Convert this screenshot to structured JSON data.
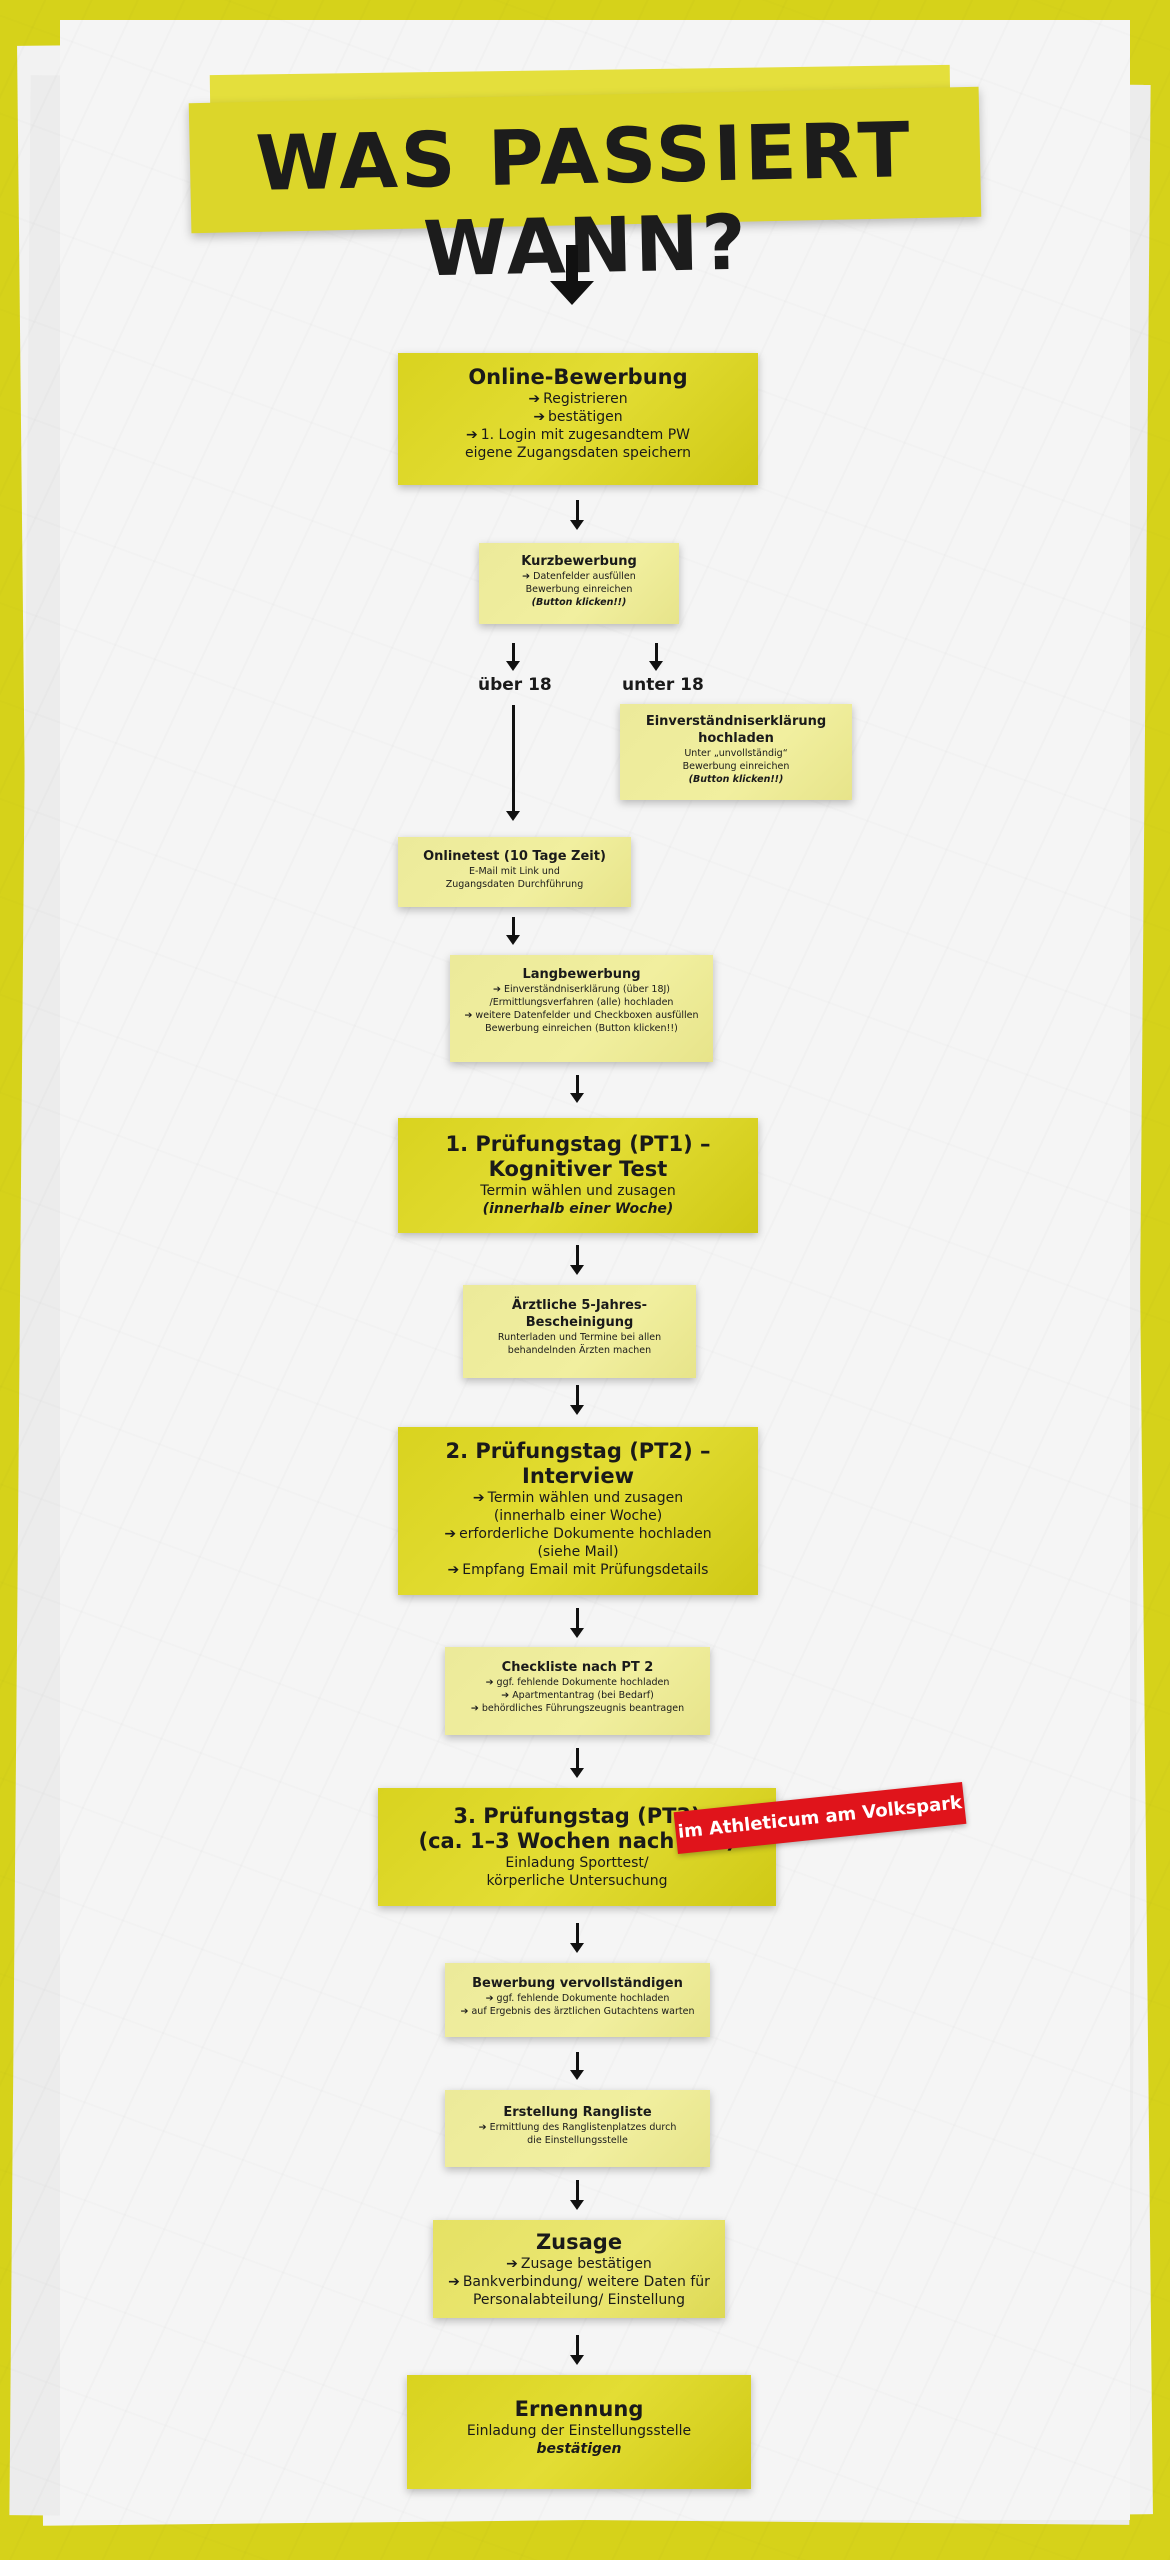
{
  "title": "WAS PASSIERT WANN?",
  "colors": {
    "accent_yellow": "#d9d31f",
    "light_yellow": "#f0ee9e",
    "stamp_red": "#e0141b"
  },
  "steps": {
    "online": {
      "title": "Online-Bewerbung",
      "l1": "Registrieren",
      "l2": "bestätigen",
      "l3": "1. Login mit zugesandtem PW",
      "l4": "eigene Zugangsdaten speichern"
    },
    "kurz": {
      "title": "Kurzbewerbung",
      "l1": "Datenfelder ausfüllen",
      "l2": "Bewerbung einreichen",
      "l3": "(Button klicken!!)"
    },
    "branch": {
      "over": "über 18",
      "under": "unter 18"
    },
    "einv": {
      "title1": "Einverständniserklärung",
      "title2": "hochladen",
      "l1": "Unter „unvollständig“",
      "l2": "Bewerbung einreichen",
      "l3": "(Button klicken!!)"
    },
    "onlinetest": {
      "title": "Onlinetest (10 Tage Zeit)",
      "l1": "E-Mail mit Link und",
      "l2": "Zugangsdaten Durchführung"
    },
    "lang": {
      "title": "Langbewerbung",
      "l1": "Einverständniserklärung (über 18J)",
      "l2": "/Ermittlungsverfahren (alle) hochladen",
      "l3": "weitere Datenfelder und Checkboxen ausfüllen",
      "l4": "Bewerbung einreichen (Button klicken!!)"
    },
    "pt1": {
      "title1": "1. Prüfungstag (PT1) –",
      "title2": "Kognitiver Test",
      "l1": "Termin wählen und zusagen",
      "l2": "(innerhalb einer Woche)"
    },
    "arzt": {
      "title1": "Ärztliche 5-Jahres-",
      "title2": "Bescheinigung",
      "l1": "Runterladen und Termine bei allen",
      "l2": "behandelnden Ärzten machen"
    },
    "pt2": {
      "title1": "2. Prüfungstag (PT2) –",
      "title2": "Interview",
      "l1": "Termin wählen und zusagen",
      "l2": "(innerhalb einer Woche)",
      "l3": "erforderliche Dokumente hochladen",
      "l4": "(siehe Mail)",
      "l5": "Empfang Email mit Prüfungsdetails"
    },
    "check": {
      "title": "Checkliste nach PT 2",
      "l1": "ggf. fehlende Dokumente hochladen",
      "l2": "Apartmentantrag (bei Bedarf)",
      "l3": "behördliches Führungszeugnis beantragen"
    },
    "pt3": {
      "title1": "3. Prüfungstag (PT3)",
      "title2": "(ca. 1–3 Wochen nach PT2)",
      "l1": "Einladung Sporttest/",
      "l2": "körperliche Untersuchung",
      "stamp": "im Athleticum am Volkspark"
    },
    "vervoll": {
      "title": "Bewerbung vervollständigen",
      "l1": "ggf. fehlende Dokumente hochladen",
      "l2": "auf Ergebnis des ärztlichen Gutachtens warten"
    },
    "rang": {
      "title": "Erstellung Rangliste",
      "l1": "Ermittlung des Ranglistenplatzes durch",
      "l2": "die Einstellungsstelle"
    },
    "zusage": {
      "title": "Zusage",
      "l1": "Zusage bestätigen",
      "l2": "Bankverbindung/ weitere Daten für",
      "l3": "Personalabteilung/ Einstellung"
    },
    "ernennung": {
      "title": "Ernennung",
      "l1": "Einladung der Einstellungsstelle",
      "l2": "bestätigen"
    }
  },
  "arrow_glyph": "➔"
}
